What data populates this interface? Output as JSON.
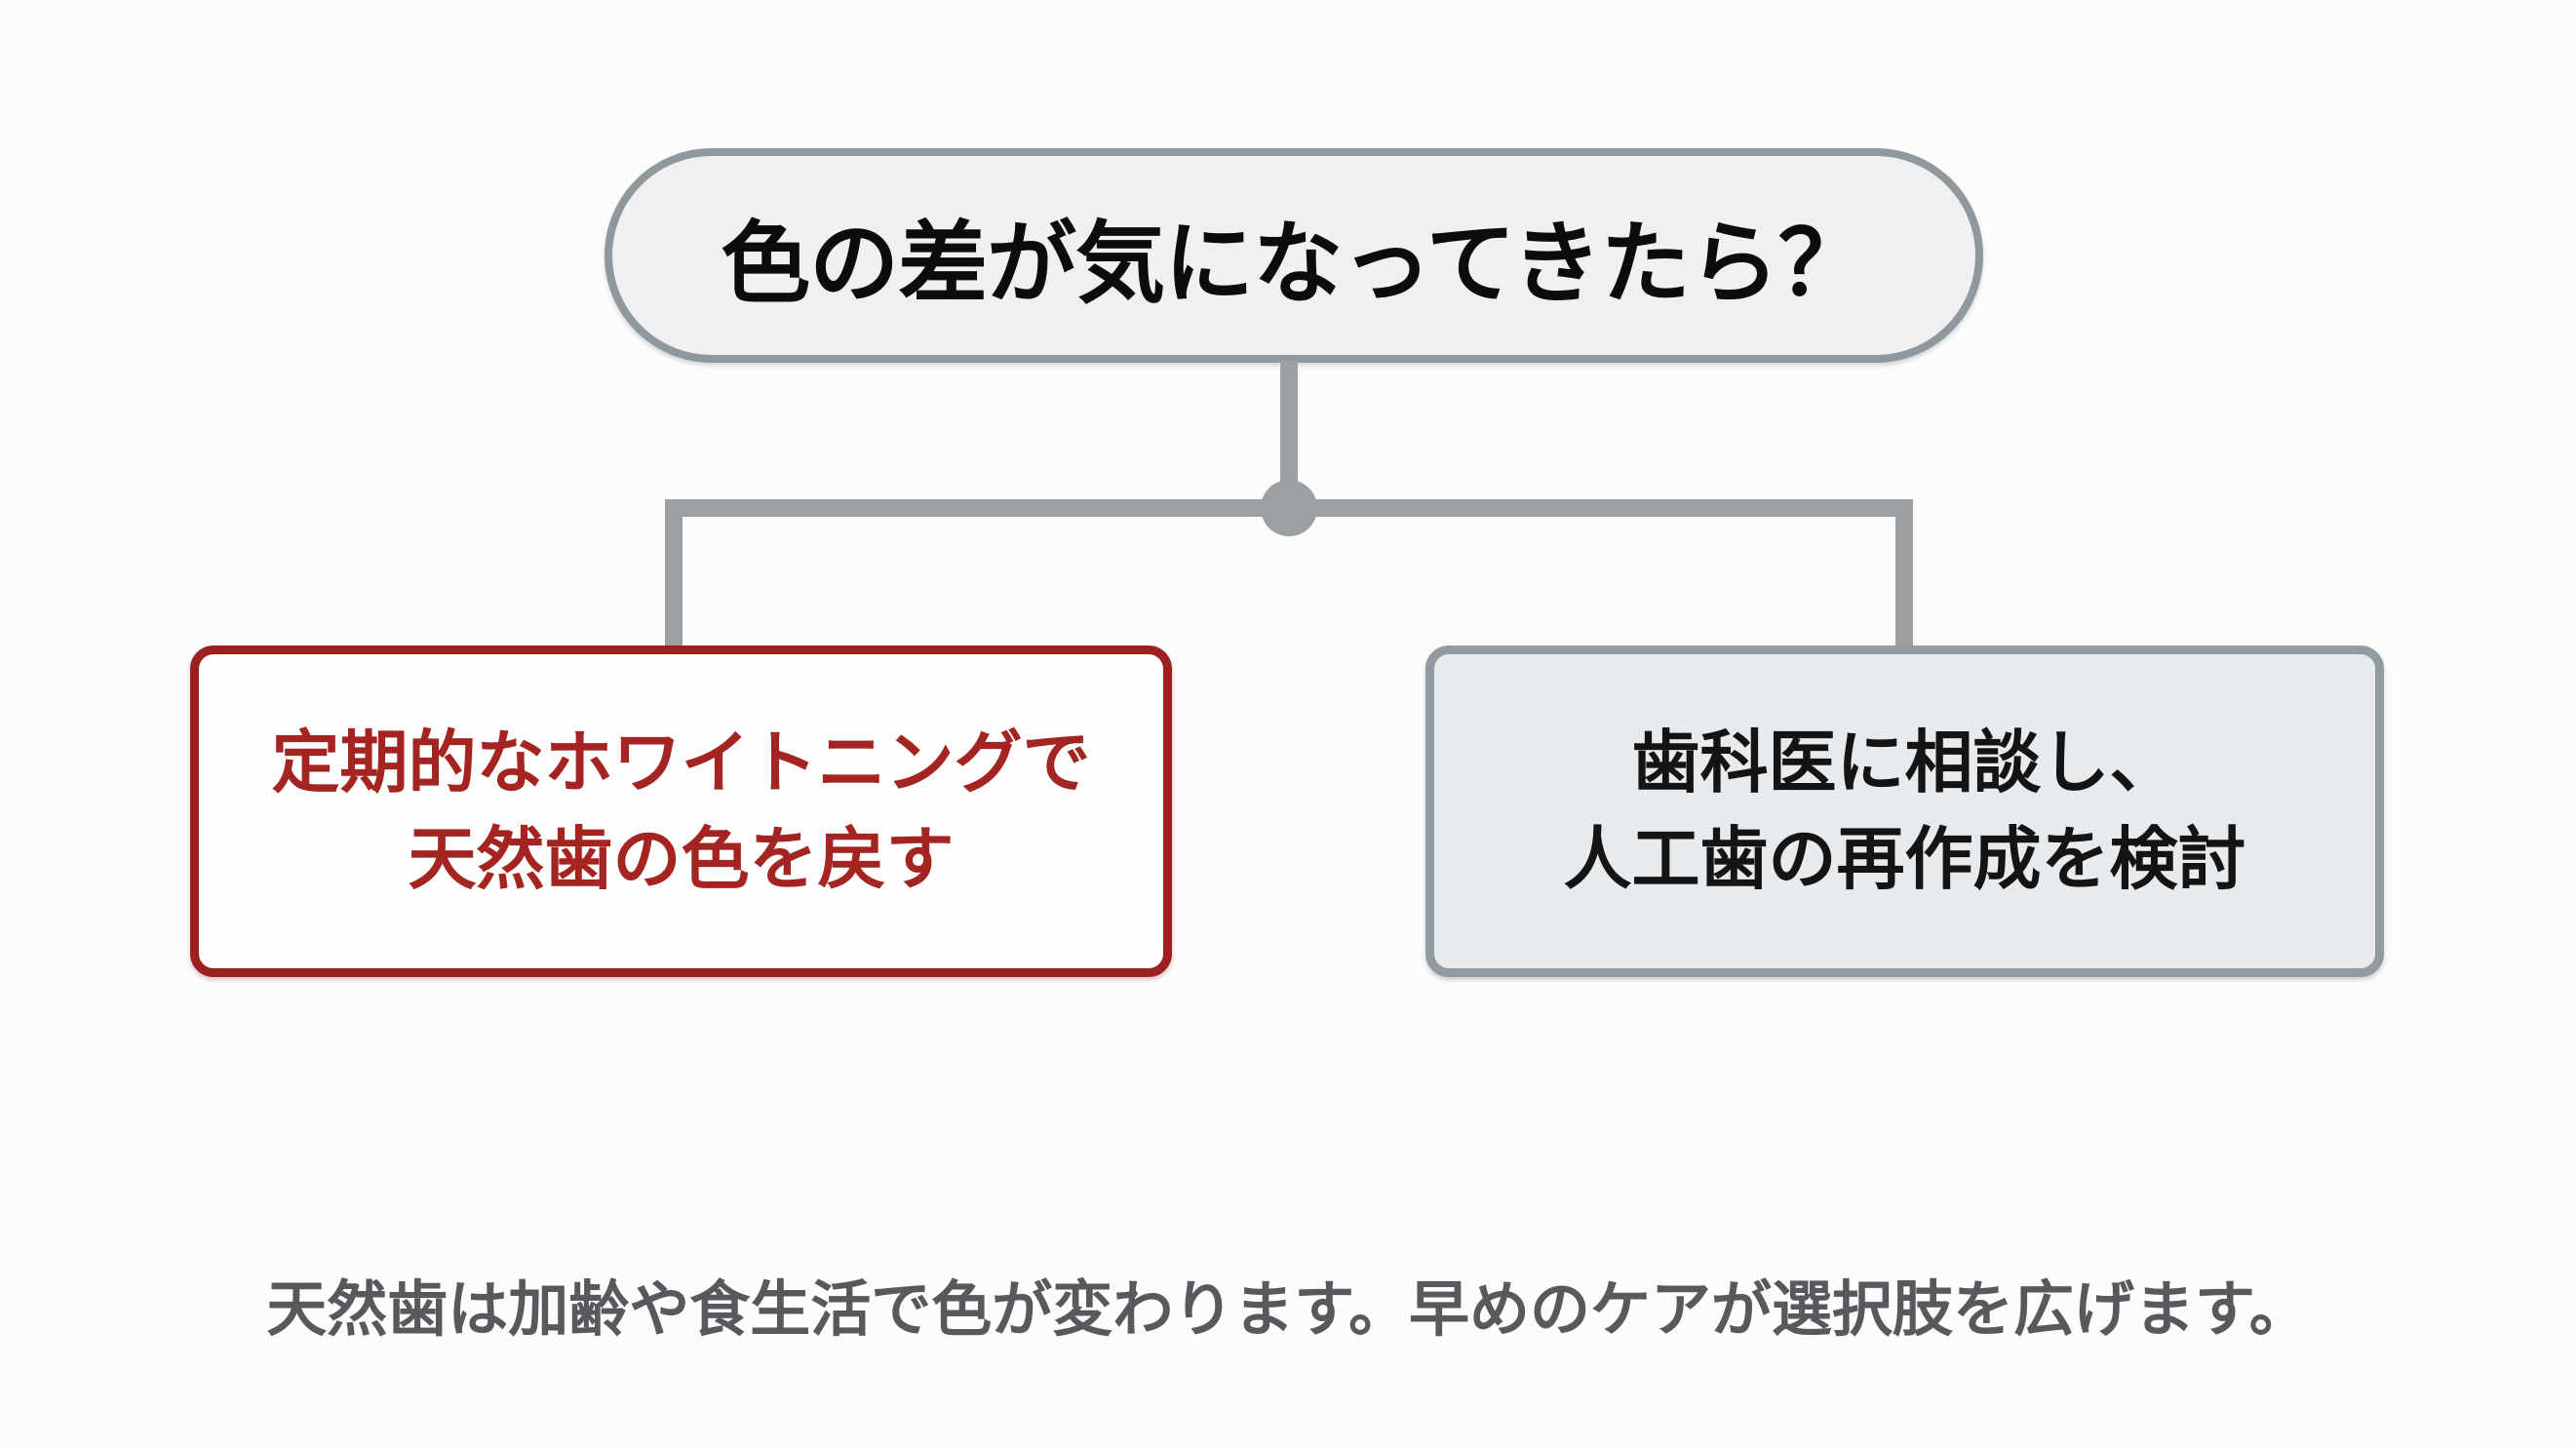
{
  "diagram": {
    "root_question": "色の差が気になってきたら？",
    "branch_left": {
      "line1": "定期的なホワイトニングで",
      "line2": "天然歯の色を戻す"
    },
    "branch_right": {
      "line1": "歯科医に相談し、",
      "line2": "人工歯の再作成を検討"
    },
    "caption": "天然歯は加齢や食生活で色が変わります。早めのケアが選択肢を広げます。",
    "colors": {
      "background": "#fcfcfc",
      "connector_gray": "#9aa0a4",
      "node_border_gray": "#8f989d",
      "root_fill": "#eef0f1",
      "branch_right_fill": "#e8ebed",
      "accent_red_border": "#9e1f1f",
      "accent_red_text": "#a32420",
      "root_text": "#0c0c0c",
      "branch_right_text": "#141414",
      "caption_text": "#58595d"
    }
  }
}
